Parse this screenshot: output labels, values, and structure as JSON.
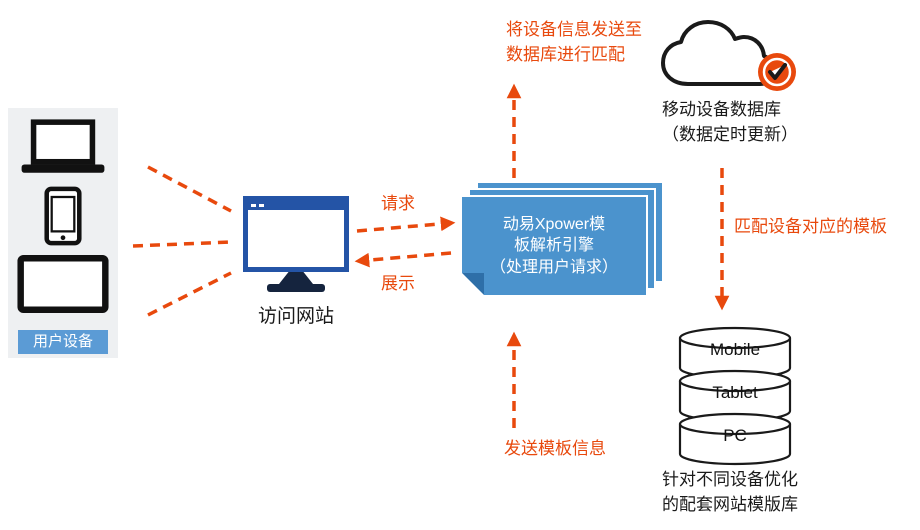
{
  "colors": {
    "accent_orange": "#e8490d",
    "engine_blue": "#4b93cd",
    "engine_fold_blue": "#2e6fa8",
    "monitor_blue": "#2454a6",
    "label_blue": "#5b9bd5",
    "panel_gray": "#eef0f2"
  },
  "devices_panel": {
    "label": "用户设备",
    "icons": [
      "laptop-icon",
      "tablet-icon",
      "tv-icon"
    ]
  },
  "website": {
    "label": "访问网站",
    "icon": "monitor-icon"
  },
  "engine": {
    "label": "动易Xpower模\n板解析引擎\n（处理用户请求）"
  },
  "connectors": {
    "request": "请求",
    "display": "展示",
    "send_device_info": "将设备信息发送至\n数据库进行匹配",
    "match_template": "匹配设备对应的模板",
    "send_template": "发送模板信息"
  },
  "cloud_db": {
    "label": "移动设备数据库\n（数据定时更新）",
    "icon": "cloud-icon",
    "badge_icon": "check-badge-icon"
  },
  "template_db": {
    "icon": "database-stack-icon",
    "tiers": [
      "Mobile",
      "Tablet",
      "PC"
    ],
    "caption": "针对不同设备优化\n的配套网站模版库"
  }
}
